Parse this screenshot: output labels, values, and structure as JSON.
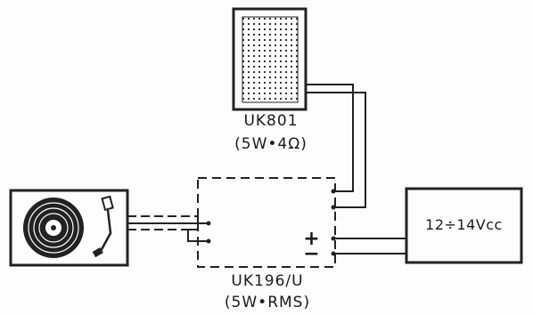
{
  "speaker": {
    "model": "UK801",
    "spec": "(5W•4Ω)"
  },
  "amplifier": {
    "model": "UK196/U",
    "spec": "(5W•RMS)",
    "plus": "+",
    "minus": "−"
  },
  "power_supply": {
    "label": "12÷14Vcc"
  },
  "components": [
    "turntable-icon",
    "speaker-icon",
    "amplifier-module",
    "power-supply-box"
  ]
}
